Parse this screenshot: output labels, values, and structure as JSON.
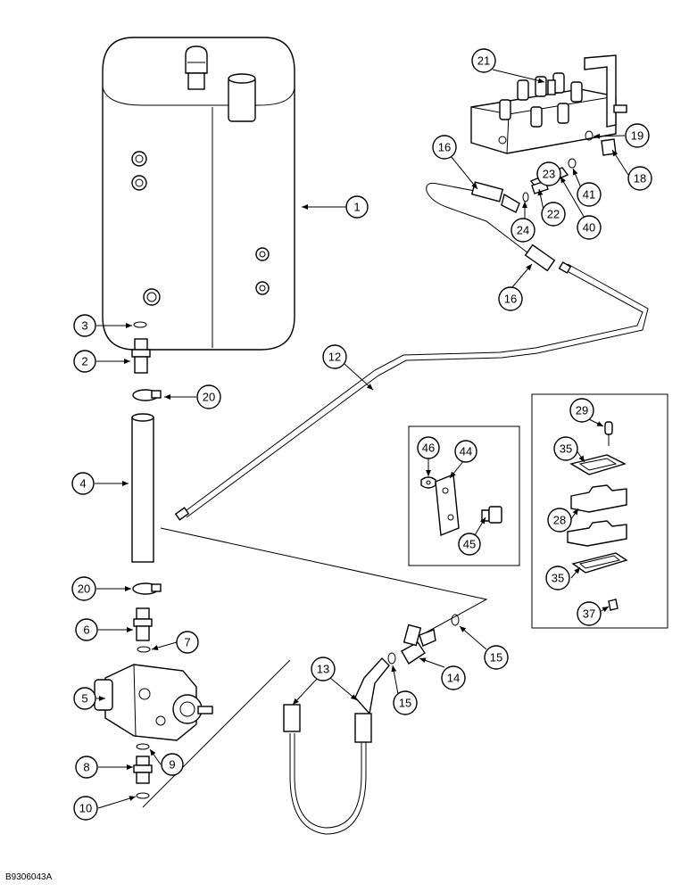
{
  "figure_code": "B9306043A",
  "callouts": {
    "c1": "1",
    "c2": "2",
    "c3": "3",
    "c4": "4",
    "c5": "5",
    "c6": "6",
    "c7": "7",
    "c8": "8",
    "c9": "9",
    "c10": "10",
    "c12": "12",
    "c13": "13",
    "c14": "14",
    "c15a": "15",
    "c15b": "15",
    "c16a": "16",
    "c16b": "16",
    "c18": "18",
    "c19": "19",
    "c20a": "20",
    "c20b": "20",
    "c21": "21",
    "c22": "22",
    "c23": "23",
    "c24": "24",
    "c28": "28",
    "c29": "29",
    "c35a": "35",
    "c35b": "35",
    "c37": "37",
    "c40": "40",
    "c41": "41",
    "c44": "44",
    "c45": "45",
    "c46": "46"
  }
}
